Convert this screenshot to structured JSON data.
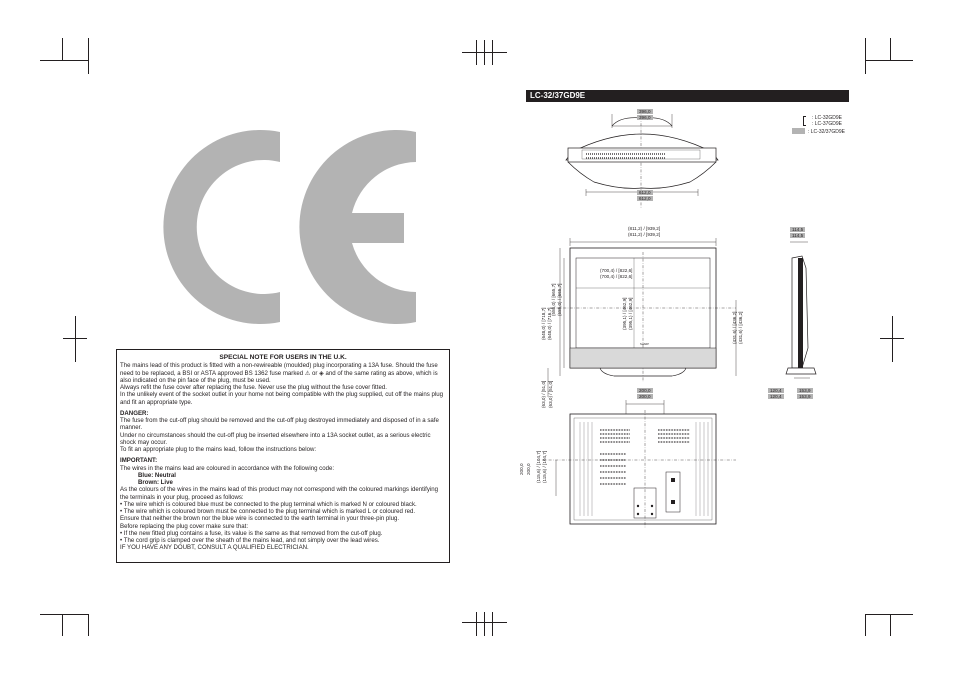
{
  "model_header": "LC-32/37GD9E",
  "legend": {
    "item1": ": LC-32GD9E",
    "item2": ": LC-37GD9E",
    "item3": ": LC-32/37GD9E",
    "shade_color": "#b3b3b3"
  },
  "notice": {
    "title": "SPECIAL NOTE FOR USERS IN THE U.K.",
    "p1": "The mains lead of this product is fitted with a non-rewireable (moulded) plug incorporating a 13A fuse. Should the fuse need to be replaced, a BSI or ASTA approved BS 1362 fuse marked ⚠ or ◈ and of the same rating as above, which is also indicated on the pin face of the plug, must be used.",
    "p2": "Always refit the fuse cover after replacing the fuse. Never use the plug without the fuse cover fitted.",
    "p3": "In the unlikely event of the socket outlet in your home not being compatible with the plug supplied, cut off the mains plug and fit an appropriate type.",
    "danger_heading": "DANGER:",
    "d1": "The fuse from the cut-off plug should be removed and the cut-off plug destroyed immediately and disposed of in a safe manner.",
    "d2": "Under no circumstances should the cut-off plug be inserted elsewhere into a 13A socket outlet, as a serious electric shock may occur.",
    "d3": "To fit an appropriate plug to the mains lead, follow the instructions below:",
    "important_heading": "IMPORTANT:",
    "i1": "The wires in the mains lead are coloured in accordance with the following code:",
    "blue": "Blue: Neutral",
    "brown": "Brown: Live",
    "i2": "As the colours of the wires in the mains lead of this product may not correspond with the coloured markings identifying the terminals in your plug, proceed as follows:",
    "b1": "• The wire which is coloured blue must be connected to the plug terminal which is marked N or coloured black.",
    "b2": "• The wire which is coloured brown must be connected to the plug terminal which is marked L or coloured red.",
    "i3": "Ensure that neither the brown nor the blue wire is connected to the earth terminal in your three-pin plug.",
    "i4": "Before replacing the plug cover make sure that:",
    "b3": "• If the new fitted plug contains a fuse, its value is the same as that removed from the cut-off plug.",
    "b4": "• The cord grip is clamped over the sheath of the mains lead, and not simply over the lead wires.",
    "final": "IF YOU HAVE ANY DOUBT, CONSULT A QUALIFIED ELECTRICIAN."
  },
  "dims": {
    "top_w1": "396,0",
    "top_w2": "396,0",
    "base_w1": "612,0",
    "base_w2": "612,0",
    "front_w1": "(811,2) / [939,2]",
    "front_w2": "(811,2) / [939,2]",
    "screen_w1": "(700,4) / [822,6]",
    "screen_w2": "(700,4) / [822,6]",
    "front_h1": "(648,0) / [718,7]",
    "front_h2": "(648,0) / [716,7]",
    "body_h1": "(586,0) / [665,7]",
    "body_h2": "(586,0) / [665,7]",
    "screen_h1": "(395,1) / [462,9]",
    "screen_h2": "(395,1) / [462,9]",
    "right_h1": "(431,6) / [436,2]",
    "right_h2": "(431,6) / [436,2]",
    "bottom_h1": "(63,0) / [51,0]",
    "bottom_h2": "(63,0) / [51,0]",
    "side_top1": "114,5",
    "side_top2": "114,5",
    "side_b1a": "120,4",
    "side_b1b": "120,4",
    "side_b2a": "153,9",
    "side_b2b": "153,9",
    "rear_w1": "200,0",
    "rear_w2": "200,0",
    "rear_h1": "200,0",
    "rear_h2": "200,0",
    "rear_off1": "(115,6) / [104,7]",
    "rear_off2": "(115,6) / [104,7]"
  }
}
